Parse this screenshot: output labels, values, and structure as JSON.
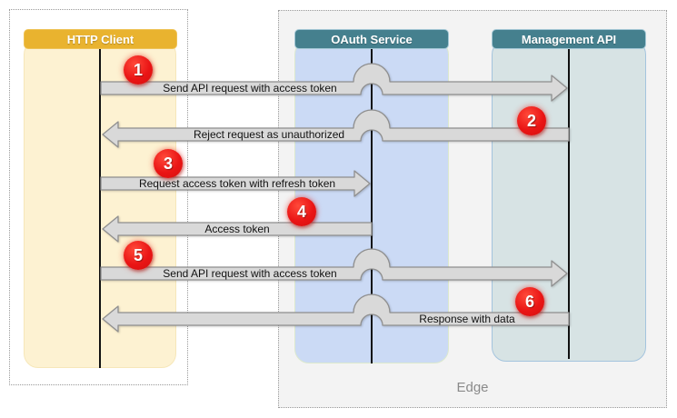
{
  "diagram": {
    "zone_label": "Edge",
    "actors": [
      {
        "name": "HTTP Client"
      },
      {
        "name": "OAuth Service"
      },
      {
        "name": "Management API"
      }
    ],
    "messages": [
      {
        "step": "1",
        "label": "Send API request with access token",
        "from": "HTTP Client",
        "to": "Management API",
        "direction": "right"
      },
      {
        "step": "2",
        "label": "Reject request as unauthorized",
        "from": "Management API",
        "to": "HTTP Client",
        "direction": "left"
      },
      {
        "step": "3",
        "label": "Request access token with refresh token",
        "from": "HTTP Client",
        "to": "OAuth Service",
        "direction": "right"
      },
      {
        "step": "4",
        "label": "Access token",
        "from": "OAuth Service",
        "to": "HTTP Client",
        "direction": "left"
      },
      {
        "step": "5",
        "label": "Send API request with access token",
        "from": "HTTP Client",
        "to": "Management API",
        "direction": "right"
      },
      {
        "step": "6",
        "label": "Response with data",
        "from": "Management API",
        "to": "HTTP Client",
        "direction": "left"
      }
    ],
    "colors": {
      "client_header": "#e9b32f",
      "client_lane": "#fdf2d2",
      "service_header": "#45808e",
      "oauth_lane": "#cbdaf5",
      "management_lane": "#d7e3e4",
      "edge_zone_bg": "#f3f3f3",
      "arrow_fill": "#d9d9d9",
      "arrow_stroke": "#8f8f8f",
      "badge": "#ea1515",
      "edge_label_text": "#8a8a8a"
    }
  }
}
